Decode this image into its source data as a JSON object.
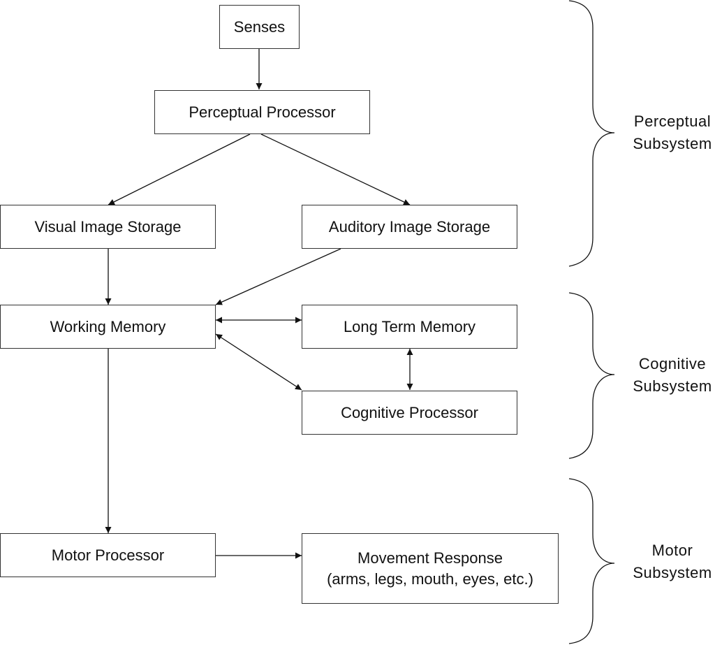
{
  "diagram": {
    "nodes": {
      "senses": {
        "label": "Senses"
      },
      "perceptual_processor": {
        "label": "Perceptual Processor"
      },
      "visual_image_storage": {
        "label": "Visual Image Storage"
      },
      "auditory_image_storage": {
        "label": "Auditory Image Storage"
      },
      "working_memory": {
        "label": "Working Memory"
      },
      "long_term_memory": {
        "label": "Long Term Memory"
      },
      "cognitive_processor": {
        "label": "Cognitive Processor"
      },
      "motor_processor": {
        "label": "Motor Processor"
      },
      "movement_response": {
        "label": "Movement Response",
        "sublabel": "(arms, legs, mouth, eyes, etc.)"
      }
    },
    "edges": [
      {
        "from": "senses",
        "to": "perceptual_processor",
        "direction": "forward"
      },
      {
        "from": "perceptual_processor",
        "to": "visual_image_storage",
        "direction": "forward"
      },
      {
        "from": "perceptual_processor",
        "to": "auditory_image_storage",
        "direction": "forward"
      },
      {
        "from": "visual_image_storage",
        "to": "working_memory",
        "direction": "forward"
      },
      {
        "from": "auditory_image_storage",
        "to": "working_memory",
        "direction": "forward"
      },
      {
        "from": "working_memory",
        "to": "long_term_memory",
        "direction": "both"
      },
      {
        "from": "working_memory",
        "to": "cognitive_processor",
        "direction": "both"
      },
      {
        "from": "long_term_memory",
        "to": "cognitive_processor",
        "direction": "both"
      },
      {
        "from": "working_memory",
        "to": "motor_processor",
        "direction": "forward"
      },
      {
        "from": "motor_processor",
        "to": "movement_response",
        "direction": "forward"
      }
    ],
    "groups": {
      "perceptual": {
        "line1": "Perceptual",
        "line2": "Subsystem"
      },
      "cognitive": {
        "line1": "Cognitive",
        "line2": "Subsystem"
      },
      "motor": {
        "line1": "Motor",
        "line2": "Subsystem"
      }
    }
  }
}
